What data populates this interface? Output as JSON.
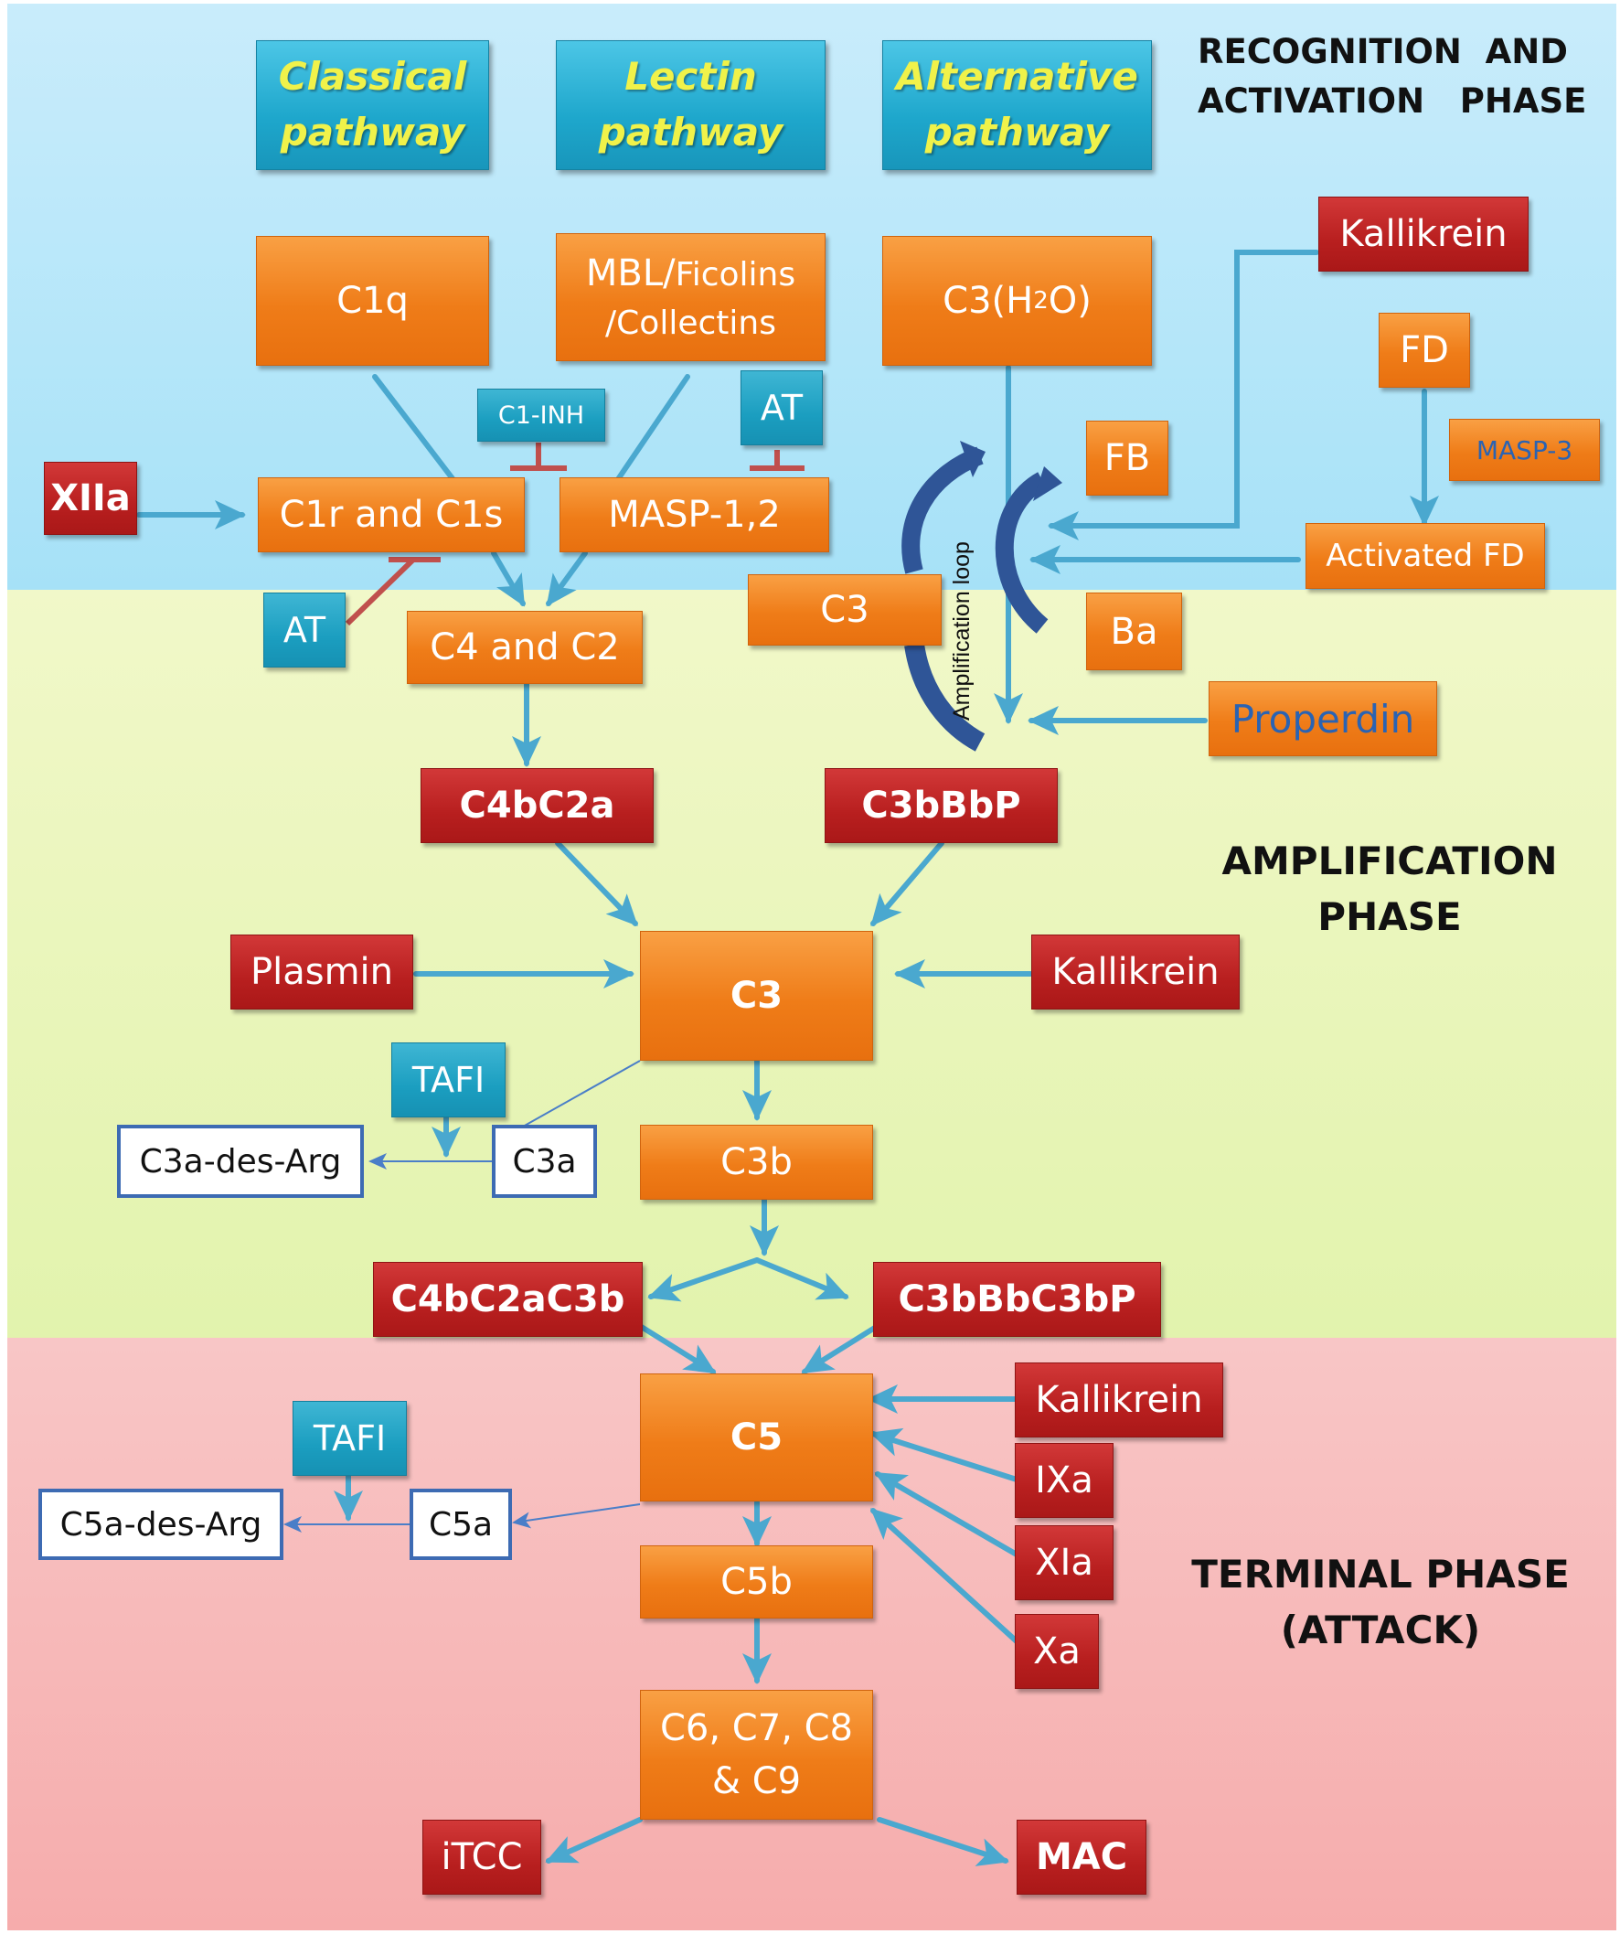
{
  "phases": {
    "recognition": "RECOGNITION AND ACTIVATION PHASE",
    "recognition_line1": "RECOGNITION  AND",
    "recognition_line2": "ACTIVATION   PHASE",
    "amplification_line1": "AMPLIFICATION",
    "amplification_line2": "PHASE",
    "terminal_line1": "TERMINAL PHASE",
    "terminal_line2": "(ATTACK)"
  },
  "pathways": {
    "classical_line1": "Classical",
    "classical_line2": "pathway",
    "lectin_line1": "Lectin",
    "lectin_line2": "pathway",
    "alternative_line1": "Alternative",
    "alternative_line2": "pathway"
  },
  "nodes": {
    "c1q": "C1q",
    "mbl_line1": "MBL/",
    "mbl_ficolins": "Ficolins",
    "mbl_line2": "/Collectins",
    "c3h2o_pre": "C3(H",
    "c3h2o_sub": "2",
    "c3h2o_post": "O)",
    "kallikrein_top": "Kallikrein",
    "fd": "FD",
    "masp3": "MASP-3",
    "fb": "FB",
    "c1inh": "C1-INH",
    "at_top": "AT",
    "xiia": "XIIa",
    "c1r_c1s": "C1r and C1s",
    "masp12": "MASP-1,2",
    "activated_fd": "Activated FD",
    "at_left": "AT",
    "c4_c2": "C4 and C2",
    "c3_loop": "C3",
    "amplification_loop": "Amplification loop",
    "ba": "Ba",
    "properdin": "Properdin",
    "c4bc2a": "C4bC2a",
    "c3bbbp": "C3bBbP",
    "plasmin": "Plasmin",
    "c3_center": "C3",
    "kallikrein_mid": "Kallikrein",
    "tafi_1": "TAFI",
    "c3a_des_arg": "C3a-des-Arg",
    "c3a": "C3a",
    "c3b": "C3b",
    "c4bc2ac3b": "C4bC2aC3b",
    "c3bbbc3bp": "C3bBbC3bP",
    "c5": "C5",
    "kallikrein_bottom": "Kallikrein",
    "tafi_2": "TAFI",
    "ixa": "IXa",
    "c5a_des_arg": "C5a-des-Arg",
    "c5a": "C5a",
    "xia": "XIa",
    "c5b": "C5b",
    "xa": "Xa",
    "c6_c9_line1": "C6, C7, C8",
    "c6_c9_line2": "& C9",
    "itcc": "iTCC",
    "mac": "MAC"
  },
  "colors": {
    "recognition_bg": "#b4e6f9",
    "amplification_bg": "#e6f4b3",
    "terminal_bg": "#f7b4b4",
    "orange_node": "#ef7c18",
    "red_node": "#b81f1f",
    "teal_node": "#1b9ec0",
    "arrow": "#4aa8cf",
    "inhibitor": "#c0504d",
    "loop_arrow": "#2f5597",
    "pathway_text": "#f0f24a",
    "white_node_border": "#3d6bb3"
  }
}
